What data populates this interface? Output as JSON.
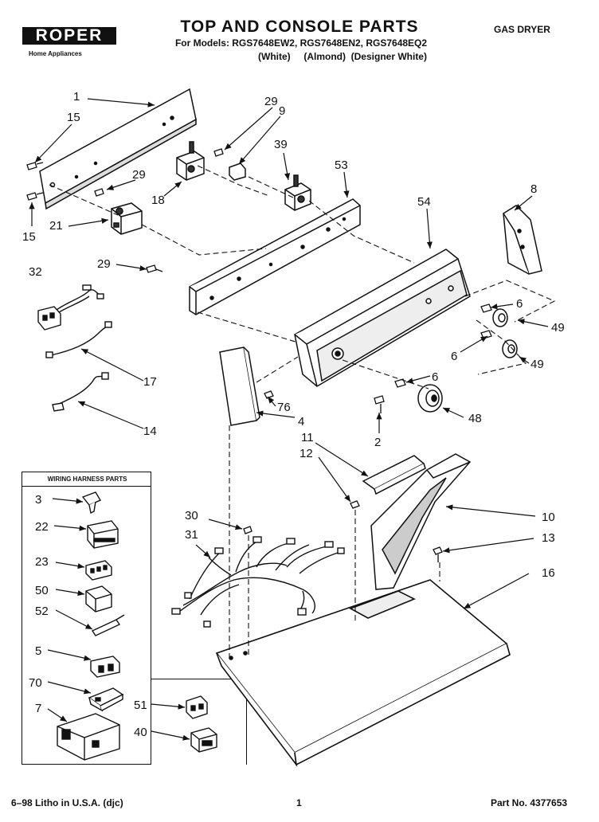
{
  "header": {
    "brand": "ROPER",
    "brand_sub": "Home Appliances",
    "title": "TOP AND CONSOLE PARTS",
    "models": "For Models: RGS7648EW2, RGS7648EN2, RGS7648EQ2",
    "colors": "(White)     (Almond)  (Designer White)",
    "appliance": "GAS DRYER"
  },
  "harness_box": {
    "title": "WIRING HARNESS PARTS"
  },
  "labels": {
    "l1": "1",
    "l15a": "15",
    "l15b": "15",
    "l21": "21",
    "l29a": "29",
    "l29b": "29",
    "l29c": "29",
    "l9": "9",
    "l18": "18",
    "l39": "39",
    "l53": "53",
    "l54": "54",
    "l8": "8",
    "l32": "32",
    "l17": "17",
    "l14": "14",
    "l6a": "6",
    "l6b": "6",
    "l6c": "6",
    "l49a": "49",
    "l49b": "49",
    "l76": "76",
    "l4": "4",
    "l48": "48",
    "l2": "2",
    "l11": "11",
    "l12": "12",
    "l10": "10",
    "l13": "13",
    "l16": "16",
    "l30": "30",
    "l31": "31",
    "h3": "3",
    "h22": "22",
    "h23": "23",
    "h50": "50",
    "h52": "52",
    "h5": "5",
    "h70": "70",
    "h7": "7",
    "h51": "51",
    "h40": "40"
  },
  "footer": {
    "litho": "6–98 Litho in U.S.A. (djc)",
    "page": "1",
    "part_no": "Part No. 4377653"
  }
}
